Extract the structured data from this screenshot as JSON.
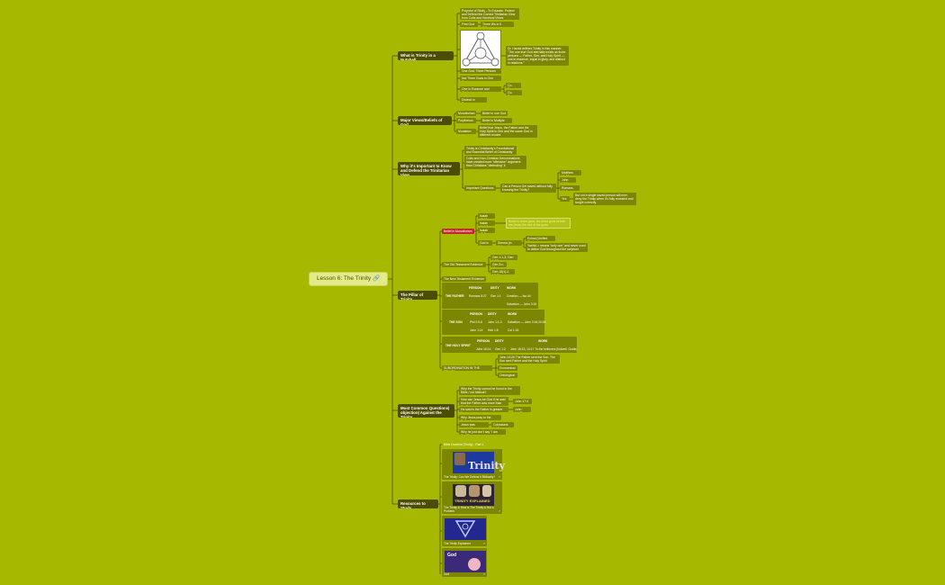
{
  "root": {
    "title": "Lesson 6: The Trinity"
  },
  "branches": {
    "nutshell": "What is Trinity in a Nutshell",
    "views": "Major Views/Beliefs of God",
    "important": "Why it's Important to Know and Defend the Trinitarian View",
    "pillar": "The Pillar of Trinity",
    "questions": "Most Common Questions| objection| Against the Trinity",
    "resources": "Resources to Study"
  },
  "nutshell": {
    "purpose": "Purpose of Study - To Educate, Protect and Defend the Correct Trinitarian View from Cults and Heretical Views",
    "first": "First God",
    "first_sub": "Three Ws in 5 Difference",
    "quote": "Dr. Harold defines Trinity in this manner: \"The one true God eternally exists as three persons — Father, Son, and Holy Spirit — one in essence, equal in glory, and distinct in relations.\"",
    "one_god": "One God, Three Persons",
    "not_three": "Not Three Gods in One God",
    "essence": "One in Essence and Attributes",
    "co_equal": "Co-Equal",
    "co_eternal": "Co-Eternal",
    "distinct": "Distinct in Persons"
  },
  "views": {
    "mono_label": "Monotheism",
    "mono": "Belief in one God",
    "poly_label": "Polytheism",
    "poly": "Belief in Multiple gods",
    "modal_label": "Modalism",
    "modal": "Belief that Jesus, the Father and the Holy Spirit is One and the same God in different modes"
  },
  "important": {
    "core": "Trinity is Christianity's Foundational and Essential Belief of Christianity",
    "cults": "Cults and Non-Christian Denominations have created more \"offensive\" argument than Christians \"defending\" it",
    "questions_label": "Important Questions",
    "question": "Can a Person Get saved without fully knowing the Trinity?",
    "m1": "Matthew 11:27",
    "m2": "John 16:7",
    "m3": "Romans 10:9",
    "yes": "Yes",
    "yes_text": "But not a single saved person will ever deny the Trinity when it's fully revealed and taught correctly."
  },
  "pillar": {
    "mono_label": "Belief in Monotheism",
    "v1": "Isaiah 43:10",
    "v2": "Isaiah 44:6,8",
    "v3": "Isaiah 45:5",
    "note": "Belief in three gods. No other gods before me (thus) the idol of the gods.",
    "god_label": "God is 1",
    "god_sub": "Shema (in Hebrew)",
    "shema": "Echad (Unified One)",
    "yachid": "Yachid = means \"only one\" and never used to define God throughout the scripture",
    "ot_label": "The Old Testament Evidence",
    "ot1": "Gen 1:1-3; Gen 1:26",
    "ot2": "Gen 3:x; 11",
    "ot3": "Gen 18(1)-2, 19:24",
    "nt_label": "The New Testament Evidence",
    "h_person": "PERSON",
    "h_deity": "DEITY",
    "h_work": "WORK",
    "father_label": "THE FATHER",
    "father_person": "Romans 8:27",
    "father_deity": "Gen 1:1",
    "father_work1": "Creation — Isa 44",
    "father_work2": "Salvation — John 3:16",
    "son_label": "THE SON",
    "son_person1": "Phil 2:5-8",
    "son_deity1": "John 1:1-3",
    "son_work1": "Salvation — John 3:16,20:28",
    "son_person2": "John 1:14",
    "son_deity2": "Heb 1:8",
    "son_work2": "Col 1:16",
    "hs_label": "THE HOLY SPIRIT",
    "hs_person": "John 16:14",
    "hs_deity": "Gen 1:2",
    "hs_work": "John 16:13, 14:17 To the believers (Indwell, Guide)",
    "sub_label": "SUBORDINATION IN THE TRINITY",
    "sub1": "John 14:26 The Father sent the Son. The Son sent Father and the Holy Spirit",
    "sub2": "Economical",
    "sub3": "Ontological"
  },
  "questions": {
    "q1": "Why the Trinity cannot be found in the Bible / not biblical?",
    "q2": "How can Jesus be God if he said that the Father was more than God?",
    "q2_ref": "John 17:3",
    "q3": "He said is the Father is greater than",
    "q3_ref": "John 14:28",
    "q4": "Why Jesus pray to the Father?",
    "q5": "Jesus was created?",
    "q5_ref": "Colossians 1:15",
    "q6": "Why he just don't say \"I am God\"?"
  },
  "resources": {
    "header": "Bible Doctrine (Trinity) - Part 1",
    "r1_title": "Trinity",
    "r1_cap": "The Trinity: Can We Defend It Biblically?",
    "r2_title": "TRINITY EXPLAINED",
    "r2_cap": "The Trinity & How is The Trinity & Not a Problem",
    "r3_cap": "The Trinity Explained",
    "r4_title": "God",
    "r4_cap": "God"
  },
  "colors": {
    "background": "#a7b800",
    "branch": "#4c4d00",
    "leaf": "#7d8600",
    "highlight": "#c4272c",
    "root": "#e3ea8a"
  },
  "icons": [
    "link-icon",
    "trinity-diagram",
    "video-thumbnail"
  ]
}
